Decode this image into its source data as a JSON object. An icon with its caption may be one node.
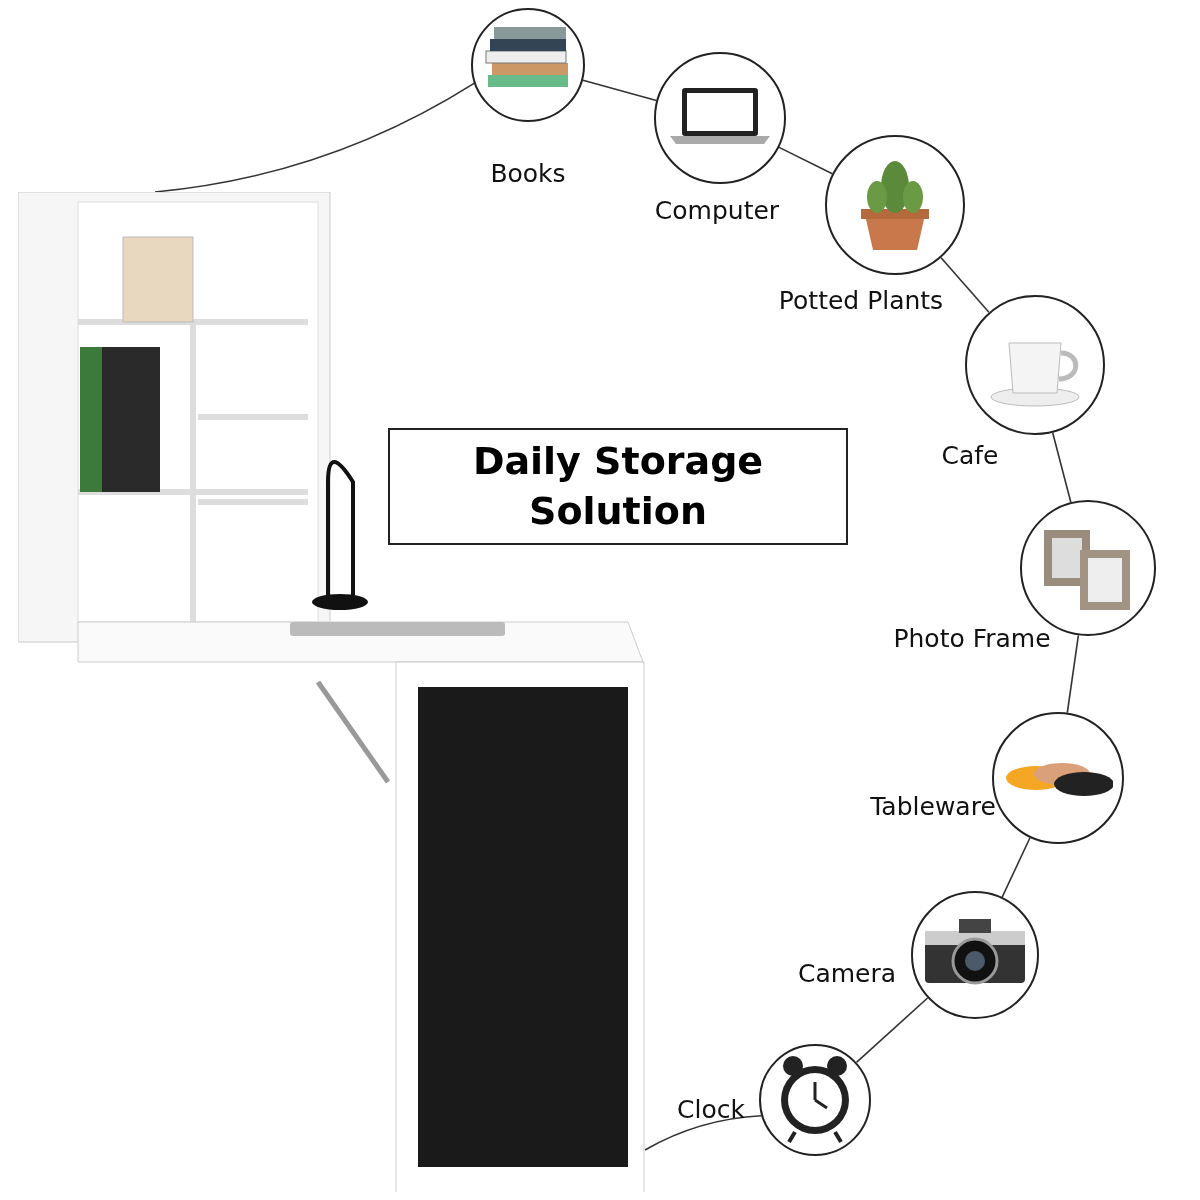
{
  "diagram": {
    "nodes": [
      {
        "text": [],
        "shape": "picture"
      },
      {
        "text": [
          "Daily Storage Solution"
        ]
      },
      {
        "text": [
          "Books"
        ]
      },
      {
        "text": [
          "Computer"
        ]
      },
      {
        "text": [
          "Potted Plants"
        ]
      },
      {
        "text": [
          "Cafe"
        ]
      },
      {
        "text": [
          "Photo Frame"
        ]
      },
      {
        "text": [
          "Tableware"
        ]
      },
      {
        "text": [
          "Camera"
        ]
      },
      {
        "text": [
          "Clock"
        ]
      }
    ],
    "edges": [
      {
        "from": 0,
        "to": 2,
        "arrow": "none"
      },
      {
        "from": 2,
        "to": 3,
        "arrow": "none"
      },
      {
        "from": 3,
        "to": 4,
        "arrow": "none"
      },
      {
        "from": 4,
        "to": 5,
        "arrow": "none"
      },
      {
        "from": 5,
        "to": 6,
        "arrow": "none"
      },
      {
        "from": 6,
        "to": 7,
        "arrow": "none"
      },
      {
        "from": 7,
        "to": 8,
        "arrow": "none"
      },
      {
        "from": 8,
        "to": 9,
        "arrow": "none"
      },
      {
        "from": 9,
        "to": 0,
        "arrow": "none"
      }
    ]
  }
}
